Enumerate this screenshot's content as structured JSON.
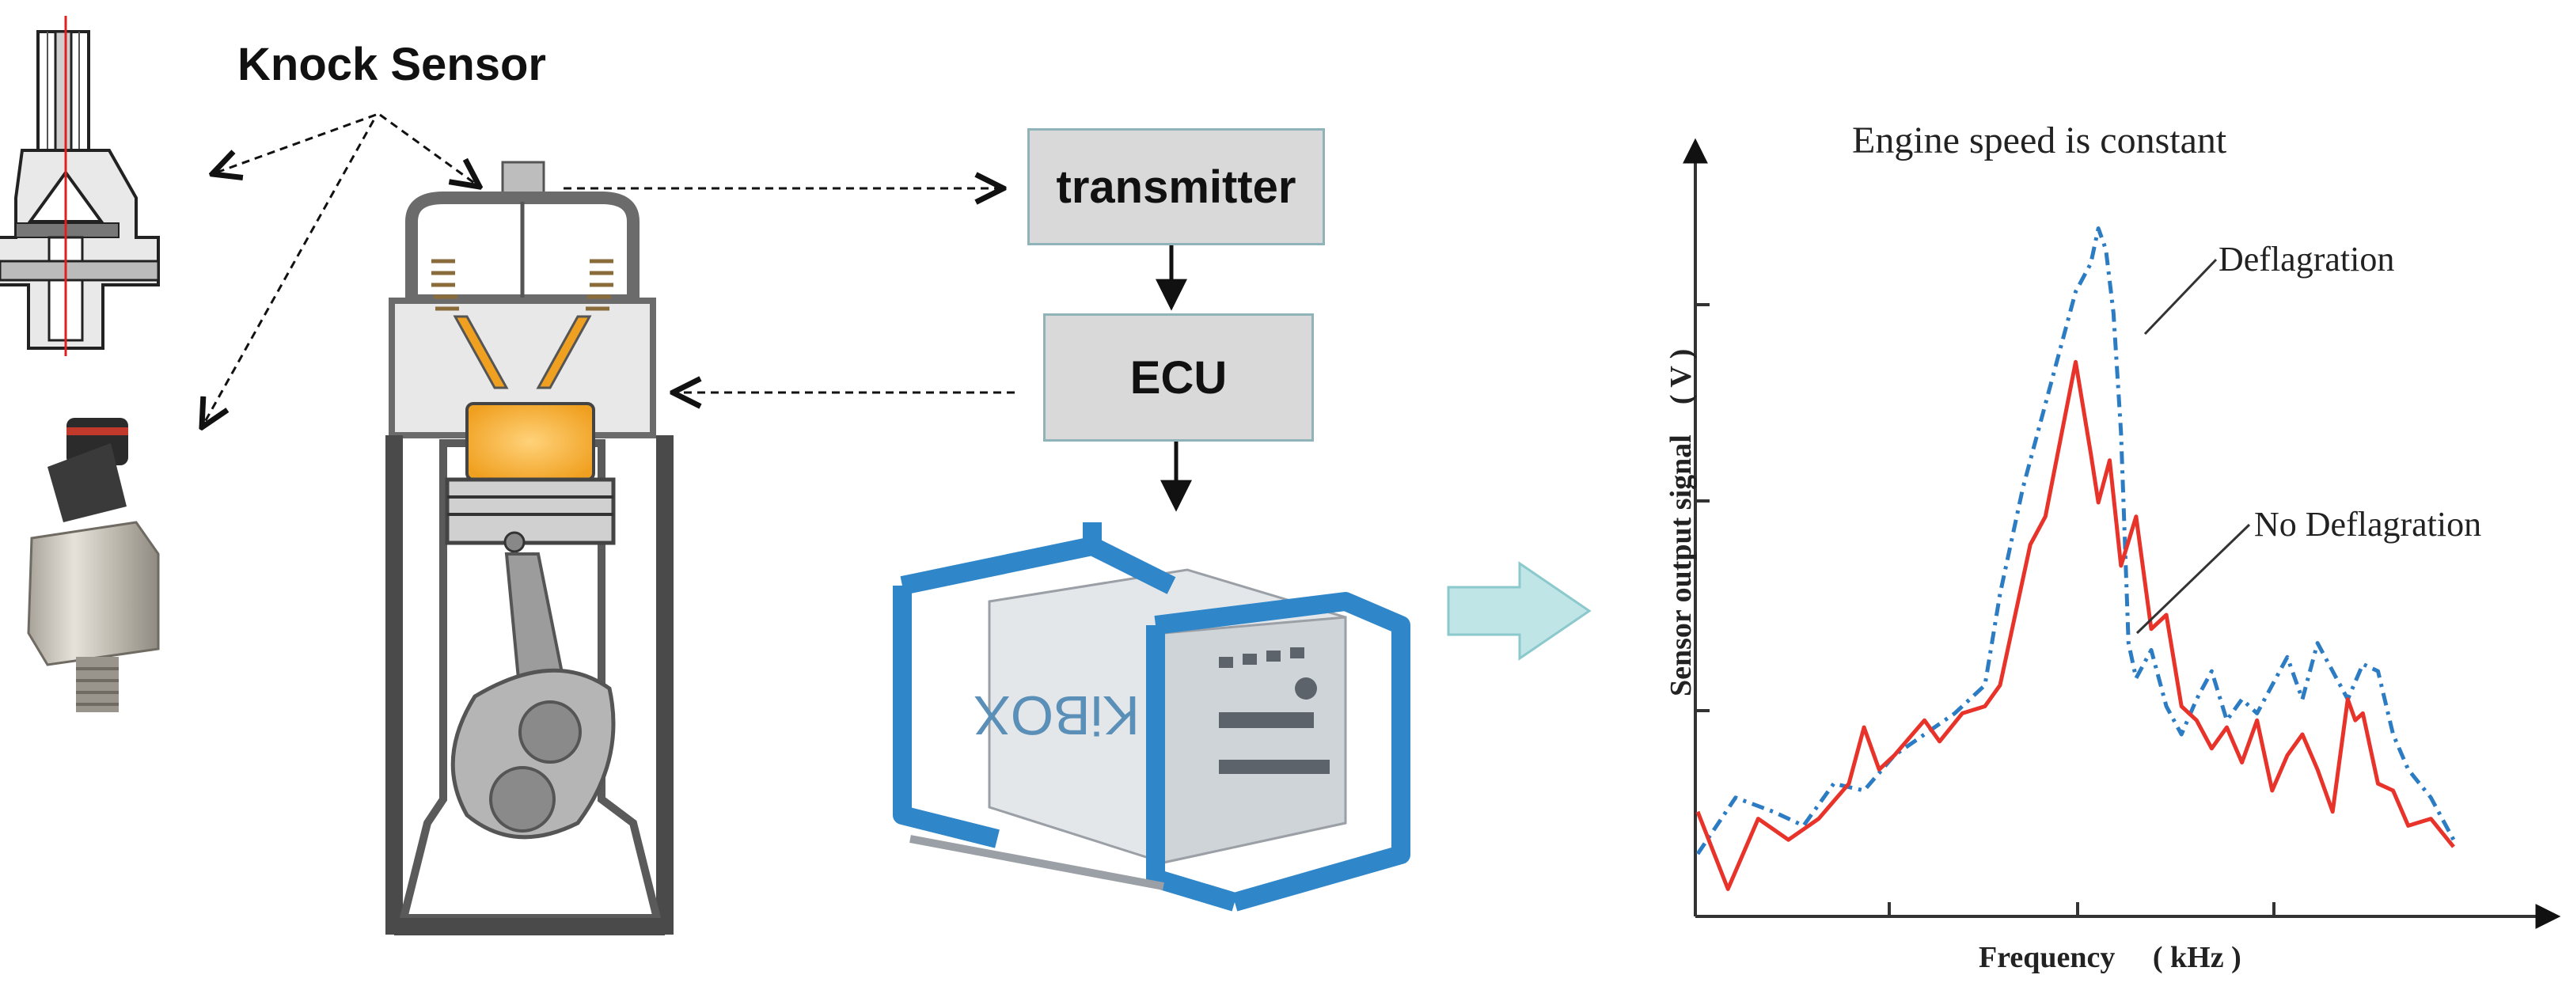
{
  "labels": {
    "knock_sensor": "Knock Sensor",
    "transmitter": "transmitter",
    "ecu": "ECU",
    "kibox_brand": "KiBOX",
    "kibox_model": "KiBOX"
  },
  "chart_data": {
    "type": "line",
    "title": "Engine speed is constant",
    "xlabel": "Frequency　 ( kHz )",
    "ylabel": "Sensor output signal　( V )",
    "grid": false,
    "series": [
      {
        "name": "Deflagration",
        "style": "dashed",
        "color": "#2c7cc4",
        "x": [
          0.0,
          0.05,
          0.1,
          0.14,
          0.18,
          0.22,
          0.26,
          0.3,
          0.34,
          0.38,
          0.4,
          0.43,
          0.46,
          0.48,
          0.5,
          0.52,
          0.53,
          0.54,
          0.55,
          0.56,
          0.57,
          0.58,
          0.6,
          0.62,
          0.64,
          0.66,
          0.68,
          0.7,
          0.72,
          0.74,
          0.76,
          0.78,
          0.8,
          0.82,
          0.84,
          0.86,
          0.88,
          0.9,
          0.92,
          0.94,
          0.97,
          1.0
        ],
        "y": [
          0.08,
          0.16,
          0.14,
          0.12,
          0.18,
          0.17,
          0.22,
          0.25,
          0.28,
          0.32,
          0.45,
          0.6,
          0.72,
          0.8,
          0.88,
          0.92,
          0.97,
          0.94,
          0.85,
          0.68,
          0.38,
          0.33,
          0.37,
          0.29,
          0.25,
          0.3,
          0.34,
          0.27,
          0.3,
          0.28,
          0.32,
          0.36,
          0.3,
          0.38,
          0.34,
          0.3,
          0.35,
          0.34,
          0.25,
          0.2,
          0.16,
          0.1
        ]
      },
      {
        "name": "No Deflagration",
        "style": "solid",
        "color": "#e8332a",
        "x": [
          0.0,
          0.04,
          0.08,
          0.12,
          0.16,
          0.2,
          0.22,
          0.24,
          0.26,
          0.3,
          0.32,
          0.35,
          0.38,
          0.4,
          0.42,
          0.44,
          0.46,
          0.48,
          0.5,
          0.52,
          0.53,
          0.545,
          0.56,
          0.58,
          0.6,
          0.62,
          0.64,
          0.66,
          0.68,
          0.7,
          0.72,
          0.74,
          0.76,
          0.78,
          0.8,
          0.82,
          0.84,
          0.86,
          0.87,
          0.88,
          0.9,
          0.92,
          0.94,
          0.97,
          1.0
        ],
        "y": [
          0.14,
          0.03,
          0.13,
          0.1,
          0.13,
          0.18,
          0.26,
          0.2,
          0.22,
          0.27,
          0.24,
          0.28,
          0.29,
          0.32,
          0.42,
          0.52,
          0.56,
          0.67,
          0.78,
          0.65,
          0.58,
          0.64,
          0.49,
          0.56,
          0.4,
          0.42,
          0.29,
          0.27,
          0.23,
          0.26,
          0.21,
          0.27,
          0.17,
          0.22,
          0.25,
          0.2,
          0.14,
          0.3,
          0.27,
          0.28,
          0.18,
          0.17,
          0.12,
          0.13,
          0.09
        ]
      }
    ],
    "legend": "annotations next to curves"
  }
}
